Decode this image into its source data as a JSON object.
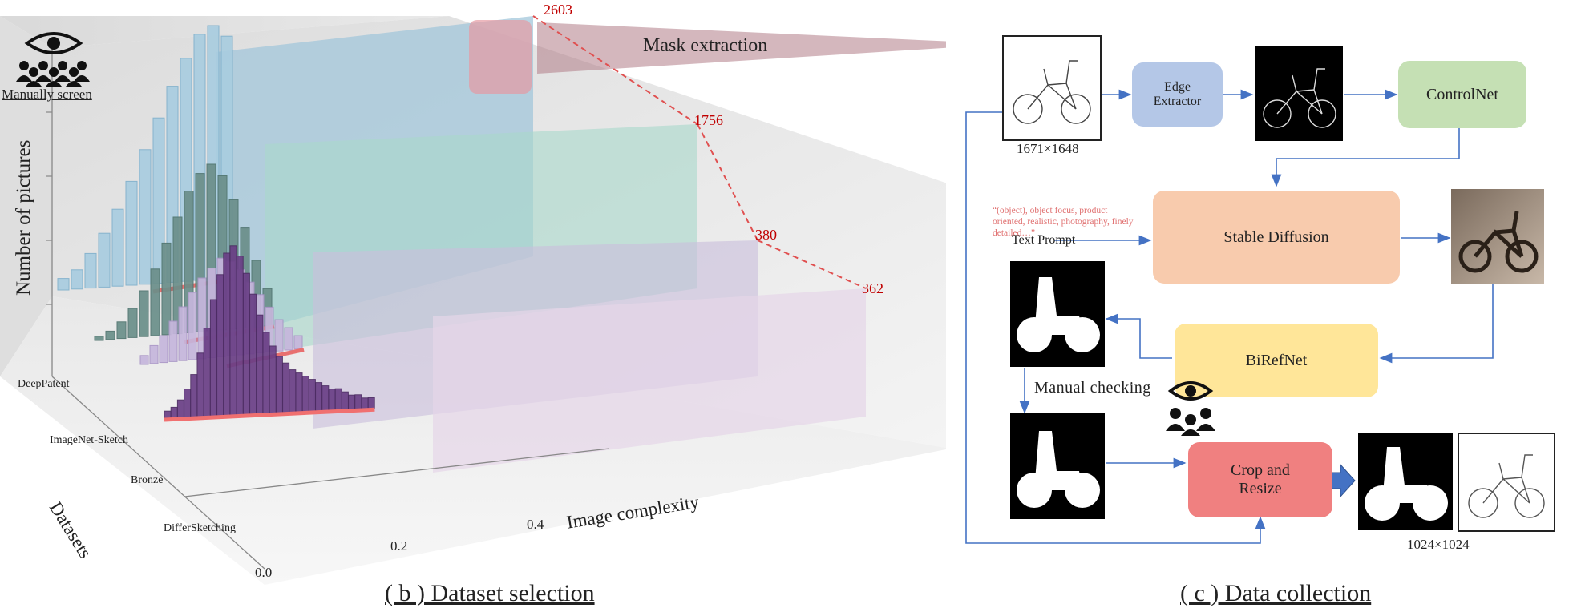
{
  "left": {
    "manual_label": "Manually screen",
    "ylabel": "Number of pictures",
    "xlabel": "Image complexity",
    "zlabel": "Datasets",
    "mask_label": "Mask extraction",
    "datasets": [
      "DeepPatent",
      "ImageNet-Sketch",
      "Bronze",
      "DifferSketching"
    ],
    "counts": [
      "2603",
      "1756",
      "380",
      "362"
    ],
    "ticks": [
      "0.0",
      "0.2",
      "0.4"
    ],
    "caption": "( b ) Dataset selection"
  },
  "right": {
    "input_size": "1671×1648",
    "output_size": "1024×1024",
    "edge_label": "Edge\nExtractor",
    "controlnet_label": "ControlNet",
    "prompt_text": "“(object), object focus, product oriented, realistic, photography, finely detailed…”",
    "text_prompt_label": "Text Prompt",
    "sd_label": "Stable Diffusion",
    "birefnet_label": "BiRefNet",
    "manual_check_label": "Manual checking",
    "crop_label": "Crop and\nResize",
    "caption": "( c ) Data collection"
  },
  "colors": {
    "edge": "#b4c7e7",
    "controlnet": "#c5e0b4",
    "sd": "#f8cbad",
    "birefnet": "#ffe699",
    "crop": "#f08080",
    "arrow": "#4472c4",
    "count": "#c00000",
    "panel_deeppatent": "#9fc5da",
    "panel_imagenet": "#a9d8cc",
    "panel_bronze": "#c9bfdc",
    "panel_differ": "#e6d5e8"
  },
  "chart_data": {
    "type": "bar",
    "xlabel": "Image complexity",
    "ylabel": "Number of pictures",
    "zlabel": "Datasets",
    "series": [
      {
        "name": "DeepPatent",
        "values": [
          3,
          5,
          9,
          14,
          20,
          27,
          35,
          43,
          51,
          58,
          64,
          66,
          63
        ]
      },
      {
        "name": "ImageNet-Sketch",
        "values": [
          1,
          2,
          4,
          7,
          11,
          16,
          22,
          28,
          34,
          38,
          40,
          37,
          31,
          24,
          16,
          9
        ]
      },
      {
        "name": "Bronze",
        "values": [
          2,
          4,
          6,
          9,
          12,
          15,
          18,
          20,
          22,
          21,
          19,
          16,
          13,
          10,
          7,
          5,
          3
        ]
      },
      {
        "name": "DifferSketching",
        "values": [
          2,
          3,
          5,
          8,
          12,
          18,
          25,
          33,
          40,
          46,
          48,
          45,
          40,
          34,
          28,
          23,
          19,
          16,
          14,
          12,
          11,
          10,
          9,
          8,
          7,
          6,
          6,
          5,
          4,
          4,
          3,
          3
        ]
      }
    ]
  }
}
